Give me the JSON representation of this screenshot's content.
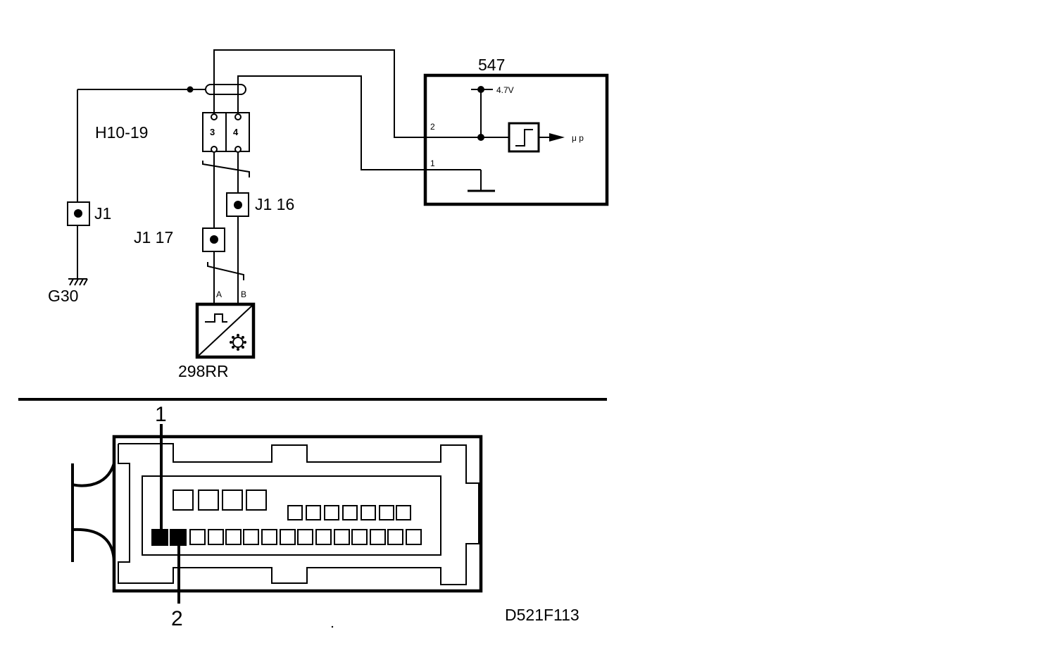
{
  "schematic": {
    "ecu_label": "547",
    "ecu_voltage": "4.7V",
    "ecu_pin_2": "2",
    "ecu_pin_1": "1",
    "ecu_output": "μ p",
    "harness_connector": "H10-19",
    "harness_pin_3": "3",
    "harness_pin_4": "4",
    "ground_connector": "J1",
    "ground_label": "G30",
    "junction_16": "J1  16",
    "junction_17": "J1  17",
    "sensor_label": "298RR",
    "sensor_pin_a": "A",
    "sensor_pin_b": "B"
  },
  "connector_view": {
    "callout_1": "1",
    "callout_2": "2",
    "highlighted_pins": 2
  },
  "drawing_code": "D521F113"
}
